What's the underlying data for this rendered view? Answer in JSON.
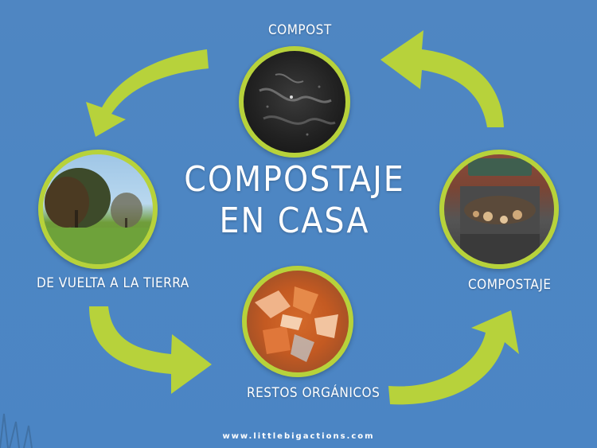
{
  "title_lines": [
    "COMPOSTAJE",
    "EN CASA"
  ],
  "nodes": {
    "compost": {
      "label": "COMPOST",
      "icon": "compost-soil-icon"
    },
    "compostaje": {
      "label": "COMPOSTAJE",
      "icon": "compost-bin-icon"
    },
    "restos": {
      "label": "RESTOS ORGÁNICOS",
      "icon": "organic-waste-icon"
    },
    "tierra": {
      "label": "DE VUELTA A LA TIERRA",
      "icon": "tree-field-icon"
    }
  },
  "footer": "www.littlebigactions.com",
  "colors": {
    "sky": "#4d86c3",
    "arrow": "#b7d23b",
    "text": "#ffffff"
  }
}
